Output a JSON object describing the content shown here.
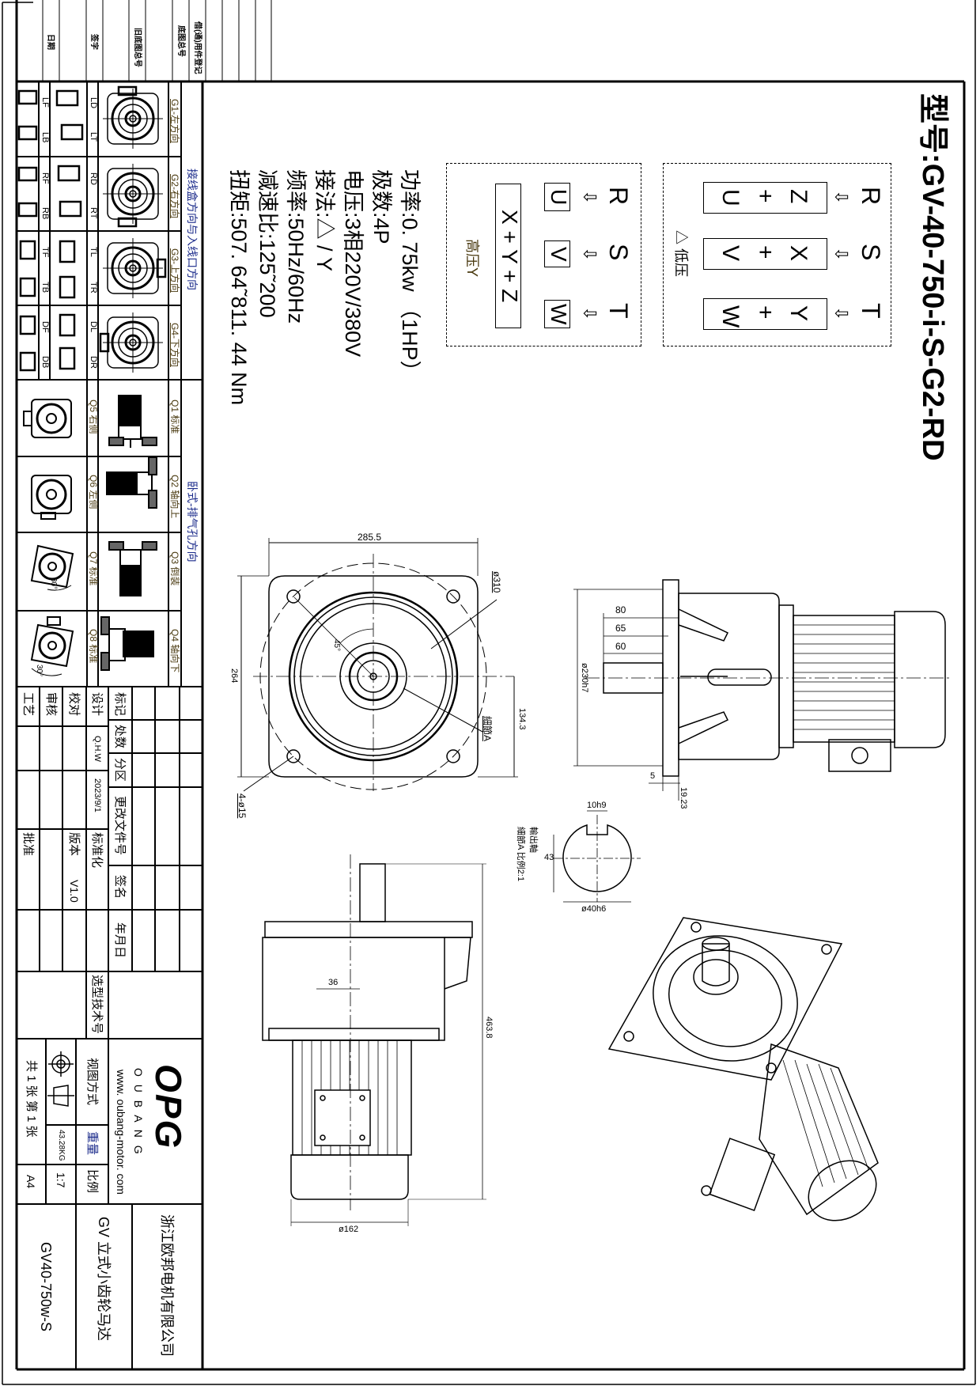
{
  "model": "型号:GV-40-750-i-S-G2-RD",
  "wiring": {
    "low": {
      "label": "△ 低压",
      "terminals": [
        "R",
        "S",
        "T"
      ],
      "boxes": [
        [
          "Z",
          "+",
          "U"
        ],
        [
          "X",
          "+",
          "V"
        ],
        [
          "Y",
          "+",
          "W"
        ]
      ]
    },
    "high": {
      "label": "高压Y",
      "terminals": [
        "R",
        "S",
        "T"
      ],
      "boxes": [
        "U",
        "V",
        "W"
      ],
      "star_point": "X + Y + Z"
    }
  },
  "specs": [
    "功率:0. 75kw （1HP）",
    "极数:4P",
    "电压:3相220V/380V",
    "接法:△ / Y",
    "频率:50Hz/60Hz",
    "减速比:125˜200",
    "扭矩:507. 64˜811. 44 Nm"
  ],
  "top_strip": [
    "日期",
    "签字",
    "旧底图总号",
    "底图总号",
    "借(通)用件登记"
  ],
  "left_panel": {
    "title_terminal": "接线盒方向与入线口方向",
    "title_vent": "卧式-排气孔方向",
    "g_rows": [
      {
        "label": "G1-左方向",
        "codes": [
          "LD",
          "LT"
        ],
        "sub": [
          "LF",
          "LB"
        ]
      },
      {
        "label": "G2-右方向",
        "codes": [
          "RD",
          "RT"
        ],
        "sub": [
          "RF",
          "RB"
        ]
      },
      {
        "label": "G3-上方向",
        "codes": [
          "TL",
          "TR"
        ],
        "sub": [
          "TF",
          "TB"
        ]
      },
      {
        "label": "G4-下方向",
        "codes": [
          "DL",
          "DR"
        ],
        "sub": [
          "DF",
          "DB"
        ]
      }
    ],
    "q_rows": [
      {
        "top": "Q1 标准",
        "bottom": "Q5 右侧"
      },
      {
        "top": "Q2 轴向上",
        "bottom": "Q6 左侧"
      },
      {
        "top": "Q3 倒装",
        "bottom": "Q7 标准"
      },
      {
        "top": "Q4 轴向下",
        "bottom": "Q8 标准"
      }
    ],
    "angle": "30°"
  },
  "dims": {
    "flange_width": "285.5",
    "pcd": "ø310",
    "height": "264",
    "offset": "134.3",
    "holes": "4-ø15",
    "angle": "45°",
    "detail_ref": "細節A",
    "shaft_80": "80",
    "shaft_65": "65",
    "shaft_60": "60",
    "spigot": "ø230h7",
    "flange_thk": "5",
    "spigot_len": "19.23",
    "key_width": "10h9",
    "key_height": "43",
    "shaft_dia": "ø40h6",
    "detail_title": "輸出軸",
    "detail_scale": "細節A 比例2:1",
    "total_length": "463.8",
    "offset_36": "36",
    "motor_dia": "ø162"
  },
  "title_block": {
    "mark": "标记",
    "count": "处数",
    "zone": "分区",
    "change_doc": "更改文件号",
    "signature": "签名",
    "date_label": "年月日",
    "design": "设计",
    "designer": "Q.H.W",
    "design_date": "2023/9/1",
    "standardization": "标准化",
    "check": "校对",
    "version_label": "版本",
    "version": "V1.0",
    "review": "审核",
    "process": "工艺",
    "approve": "批准",
    "selection_no": "选型技术号",
    "view_method": "视图方式",
    "sheets": "共 1 张  第 1 张",
    "weight_label": "重量",
    "weight": "43.28KG",
    "scale_label": "比例",
    "scale": "1:7",
    "paper": "A4",
    "logo": "OPG",
    "brand": "O U B A N G",
    "website": "www. oubang-motor. com",
    "company": "浙江欧邦电机有限公司",
    "product": "GV  立式小齿轮马达",
    "drawing_no": "GV40-750w-S"
  }
}
